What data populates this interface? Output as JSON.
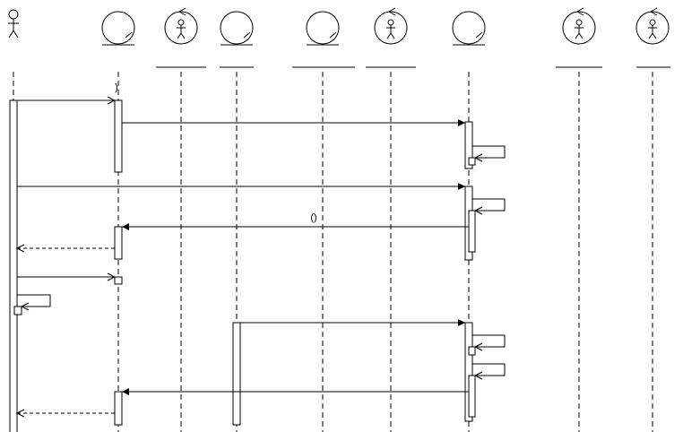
{
  "diagram": {
    "type": "uml-sequence-diagram",
    "colors": {
      "line": "#000000",
      "background": "#ffffff"
    },
    "participants": [
      {
        "id": "actor",
        "kind": "actor",
        "label": ""
      },
      {
        "id": "ctrl1",
        "kind": "control",
        "label": ""
      },
      {
        "id": "bnd1",
        "kind": "boundary-actor",
        "label": ""
      },
      {
        "id": "ctrl2",
        "kind": "control",
        "label": ""
      },
      {
        "id": "ctrl3",
        "kind": "control",
        "label": ""
      },
      {
        "id": "bnd2",
        "kind": "boundary-actor",
        "label": ""
      },
      {
        "id": "ctrl4",
        "kind": "control",
        "label": ""
      },
      {
        "id": "bnd3",
        "kind": "boundary-actor",
        "label": ""
      },
      {
        "id": "bnd4",
        "kind": "boundary-actor",
        "label": ""
      }
    ],
    "messages": [
      {
        "id": "m1",
        "label": ")"
      },
      {
        "id": "m2",
        "label": ""
      },
      {
        "id": "m3",
        "label": ""
      },
      {
        "id": "m4",
        "label": ""
      },
      {
        "id": "m5",
        "label": ""
      },
      {
        "id": "m6",
        "label": "()"
      },
      {
        "id": "m7",
        "label": ""
      },
      {
        "id": "m8",
        "label": ""
      },
      {
        "id": "m9",
        "label": ""
      },
      {
        "id": "m10",
        "label": ""
      },
      {
        "id": "m11",
        "label": ""
      },
      {
        "id": "m12",
        "label": ""
      },
      {
        "id": "m13",
        "label": ""
      },
      {
        "id": "m14",
        "label": ""
      }
    ]
  }
}
